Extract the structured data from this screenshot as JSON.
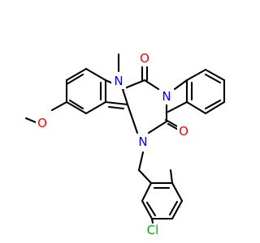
{
  "molecule": {
    "colors": {
      "carbon_bond": "#000000",
      "N": "#0000ff",
      "O": "#ff0000",
      "Cl": "#00b000"
    },
    "labels": {
      "methyl_n5": "N",
      "imide_o4": "O",
      "imide_n3": "N",
      "imide_o2": "O",
      "benzyl_n1": "N",
      "methoxy_o": "O",
      "chloro": "Cl"
    }
  }
}
